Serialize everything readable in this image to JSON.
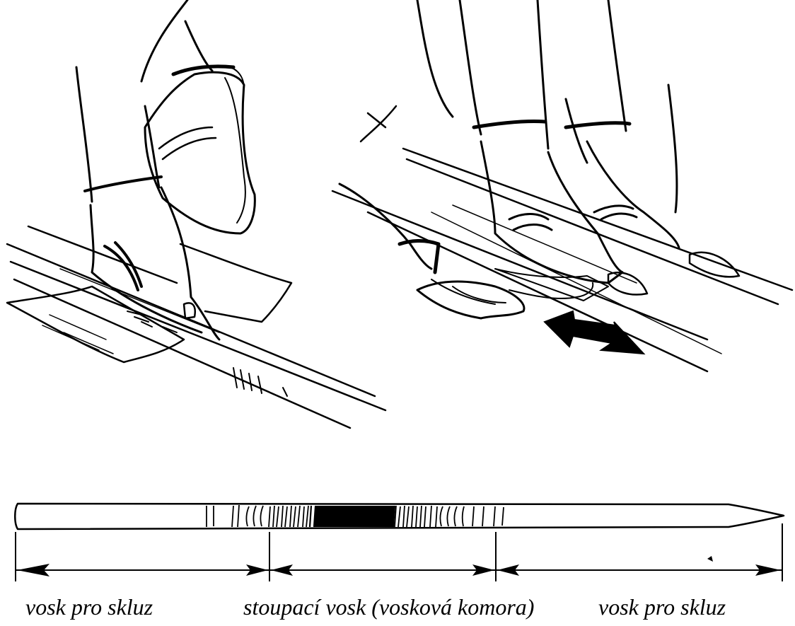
{
  "diagram": {
    "labels": {
      "left_glide": "vosk pro skluz",
      "kick": "stoupací vosk (vosková komora)",
      "right_glide": "vosk pro skluz"
    }
  }
}
